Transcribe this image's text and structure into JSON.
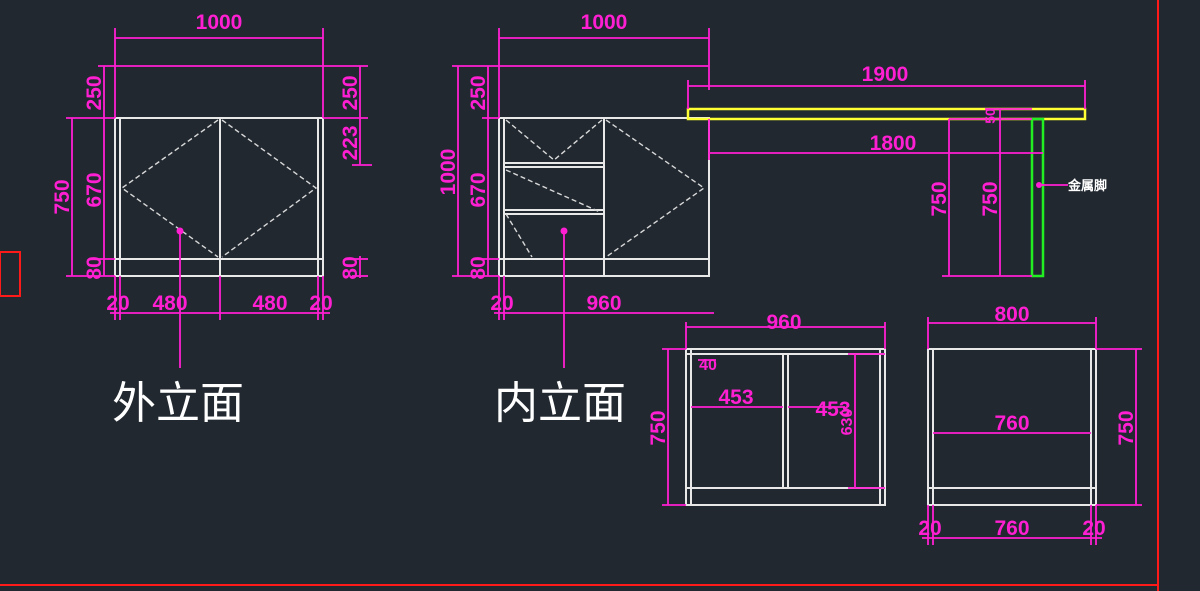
{
  "colors": {
    "background": "#212830",
    "outline": "#e8e8e8",
    "dimension": "#ff1fd2",
    "countertop": "#ffff33",
    "leg": "#22ee22",
    "frame": "#ff1a1a"
  },
  "titles": {
    "outer_elevation": "外立面",
    "inner_elevation": "内立面"
  },
  "annotations": {
    "metal_leg": "金属脚"
  },
  "dims": {
    "outer_width": "1000",
    "outer_top": "250",
    "outer_height": "750",
    "outer_body": "670",
    "outer_base": "80",
    "outer_right_top": "250",
    "outer_right_mid": "223",
    "outer_right_base": "80",
    "outer_b_left": "20",
    "outer_b_480a": "480",
    "outer_b_480b": "480",
    "outer_b_right": "20",
    "inner_width": "1000",
    "inner_top": "250",
    "inner_height": "1000",
    "inner_body": "670",
    "inner_base": "80",
    "inner_b_left": "20",
    "inner_b_960": "960",
    "top_1900": "1900",
    "top_1800": "1800",
    "top_thick": "50",
    "leg_750a": "750",
    "leg_750b": "750",
    "s1_width": "960",
    "s1_40": "40",
    "s1_453a": "453",
    "s1_453b": "453",
    "s1_630": "630",
    "s1_750": "750",
    "s2_width": "800",
    "s2_760": "760",
    "s2_750": "750",
    "s2_b_left": "20",
    "s2_b_760": "760",
    "s2_b_right": "20"
  }
}
